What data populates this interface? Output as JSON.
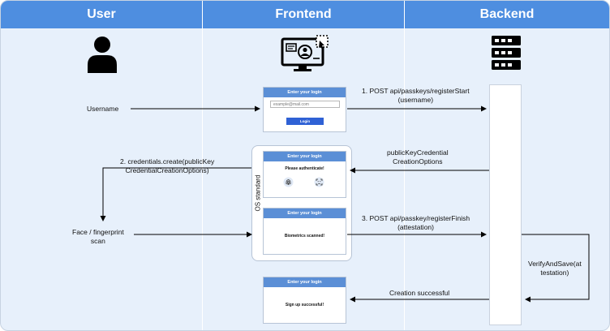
{
  "columns": {
    "user": "User",
    "frontend": "Frontend",
    "backend": "Backend"
  },
  "icons": {
    "user": "person-icon",
    "frontend": "monitor-login-icon",
    "backend": "server-icon"
  },
  "user_labels": {
    "username": "Username",
    "credentials_create": "2. credentials.create(publicKey\nCredentialCreationOptions)",
    "face_scan": "Face / fingerprint\nscan"
  },
  "messages": {
    "register_start": "1. POST api/passkeys/registerStart\n(username)",
    "public_key_options": "publicKeyCredential\nCreationOptions",
    "register_finish": "3. POST api/passkey/registerFinish\n(attestation)",
    "creation_successful": "Creation successful",
    "verify_and_save": "VerifyAndSave(at\ntestation)"
  },
  "os_standard": "OS standard",
  "screens": {
    "login": {
      "title": "Enter your login",
      "placeholder": "example@mail.com",
      "button": "Login"
    },
    "authenticate": {
      "title": "Enter your login",
      "message": "Please authenticate!"
    },
    "biometrics": {
      "title": "Enter your login",
      "message": "Biometrics scanned!"
    },
    "success": {
      "title": "Enter your login",
      "message": "Sign up successful!"
    }
  },
  "colors": {
    "header": "#4e8ee0",
    "background": "#e7f0fb",
    "screen_bar": "#5b8fd6",
    "login_button": "#2f61d5"
  }
}
